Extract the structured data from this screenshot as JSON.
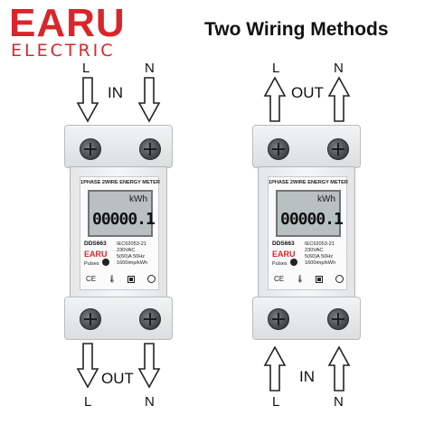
{
  "brand": {
    "name": "EARU",
    "subtitle": "ELECTRIC",
    "color": "#d9262b"
  },
  "headline": "Two Wiring Methods",
  "methods": [
    {
      "top_labels": {
        "left": "L",
        "right": "N",
        "middle": "IN"
      },
      "top_arrow_direction": "down",
      "bottom_labels": {
        "left": "L",
        "right": "N",
        "middle": "OUT"
      },
      "bottom_arrow_direction": "down"
    },
    {
      "top_labels": {
        "left": "L",
        "right": "N",
        "middle": "OUT"
      },
      "top_arrow_direction": "up",
      "bottom_labels": {
        "left": "L",
        "right": "N",
        "middle": "IN"
      },
      "bottom_arrow_direction": "up"
    }
  ],
  "meter": {
    "title": "1PHASE 2WIRE ENERGY METER",
    "display_unit": "kWh",
    "display_value": "00000.1",
    "model": "DDS663",
    "brand": "EARU",
    "pulses_label": "Pulses",
    "specs": [
      "IEC62053-21",
      "230VAC",
      "5(60)A  50Hz",
      "1600imp/kWh"
    ],
    "ce_mark": "CE"
  }
}
